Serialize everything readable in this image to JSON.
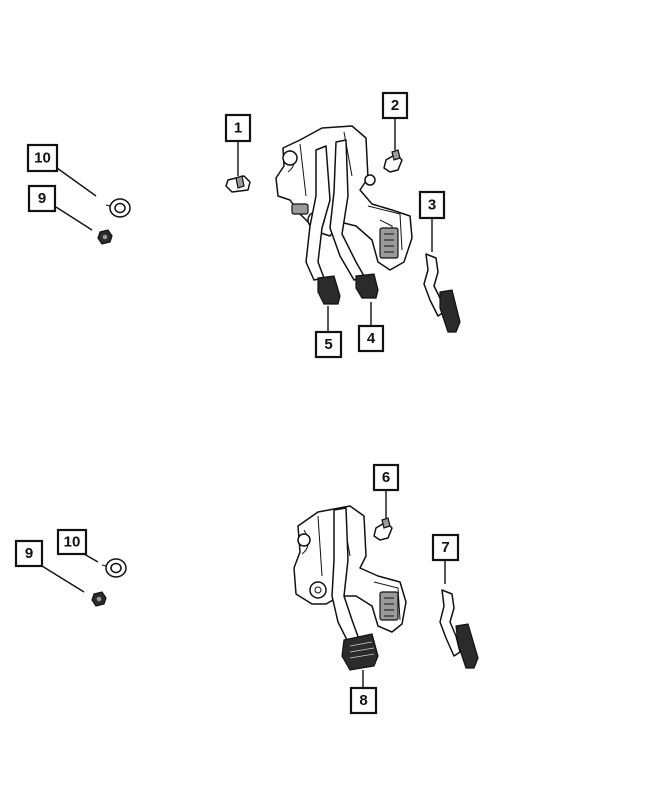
{
  "callouts": {
    "c1": "1",
    "c2": "2",
    "c3": "3",
    "c4": "4",
    "c5": "5",
    "c6": "6",
    "c7": "7",
    "c8": "8",
    "c9_top": "9",
    "c10_top": "10",
    "c9_bottom": "9",
    "c10_bottom": "10"
  },
  "colors": {
    "ink": "#111111",
    "pad_fill": "#2b2b2b",
    "background": "#ffffff"
  }
}
